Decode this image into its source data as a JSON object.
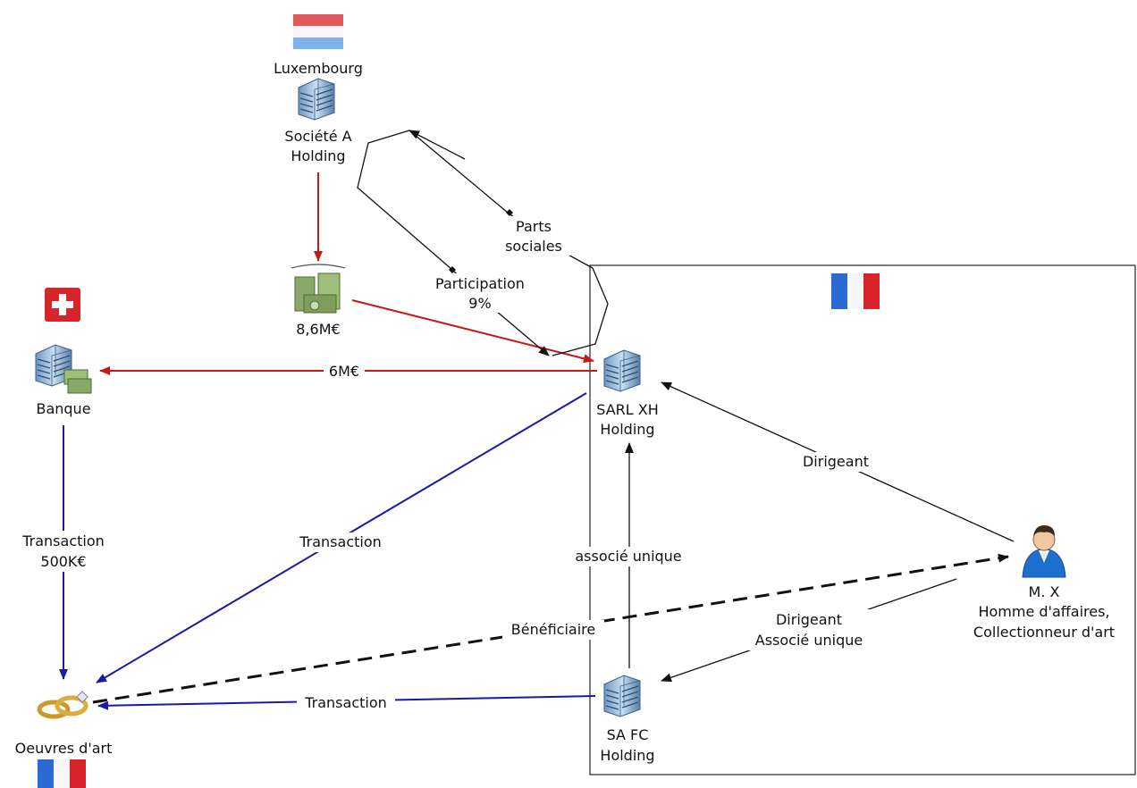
{
  "nodes": {
    "luxembourg": {
      "label": "Luxembourg"
    },
    "societe_a": {
      "label_line1": "Société A",
      "label_line2": "Holding"
    },
    "cash": {
      "label": "8,6M€"
    },
    "banque": {
      "label": "Banque"
    },
    "sarl_xh": {
      "label_line1": "SARL XH",
      "label_line2": "Holding"
    },
    "sa_fc": {
      "label_line1": "SA FC",
      "label_line2": "Holding"
    },
    "mx": {
      "label_line1": "M. X",
      "label_line2": "Homme d'affaires,",
      "label_line3": "Collectionneur d'art"
    },
    "oeuvres": {
      "label": "Oeuvres d'art"
    }
  },
  "edges": {
    "parts_sociales": {
      "line1": "Parts",
      "line2": "sociales"
    },
    "participation": {
      "line1": "Participation",
      "line2": "9%"
    },
    "six_m": {
      "label": "6M€"
    },
    "transaction_banque": {
      "line1": "Transaction",
      "line2": "500K€"
    },
    "transaction_sarl": {
      "label": "Transaction"
    },
    "transaction_safc": {
      "label": "Transaction"
    },
    "associe_unique": {
      "label": "associé unique"
    },
    "dirigeant": {
      "label": "Dirigeant"
    },
    "dirigeant_associe": {
      "line1": "Dirigeant",
      "line2": "Associé unique"
    },
    "beneficiaire": {
      "label": "Bénéficiaire"
    }
  },
  "colors": {
    "money_flow": "#c41a1a",
    "transaction": "#1a1aa8",
    "relation": "#111111"
  }
}
